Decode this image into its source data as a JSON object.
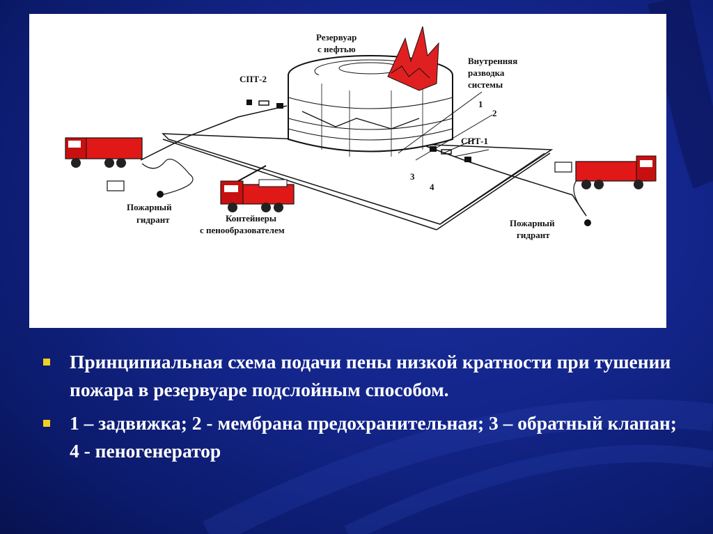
{
  "diagram": {
    "labels": {
      "tank": [
        "Резервуар",
        "с нефтью"
      ],
      "internal": [
        "Внутренняя",
        "разводка",
        "системы"
      ],
      "spt2": "СПТ-2",
      "spt1": "СПТ-1",
      "n1": "1",
      "n2": "2",
      "n3": "3",
      "n4": "4",
      "hydrant_left": [
        "Пожарный",
        "гидрант"
      ],
      "hydrant_right": [
        "Пожарный",
        "гидрант"
      ],
      "containers": [
        "Контейнеры",
        "с пенообразователем"
      ]
    },
    "colors": {
      "truck": "#e01818",
      "flame": "#e02020",
      "line": "#111111"
    }
  },
  "bullets": [
    "Принципиальная схема подачи пены низкой кратности при тушении пожара в резервуаре подслойным способом.",
    "1 – задвижка; 2 - мембрана предохранительная; 3 – обратный клапан; 4 - пеногенератор"
  ],
  "theme": {
    "background": "#13258a",
    "bullet_mark": "#f2d020",
    "text": "#ffffff"
  }
}
